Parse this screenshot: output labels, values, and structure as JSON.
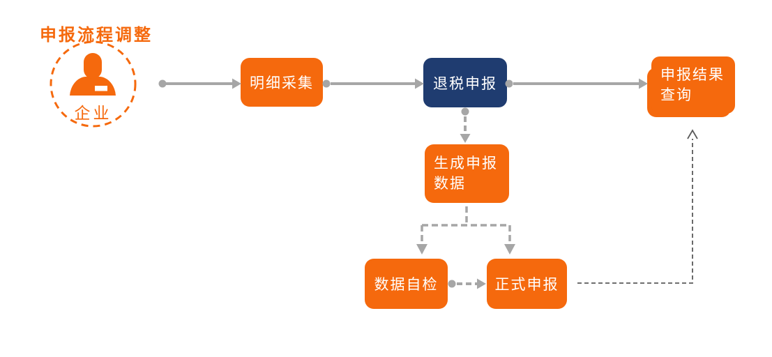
{
  "colors": {
    "accent_orange": "#F5690D",
    "node_navy": "#1F3C70",
    "connector_gray": "#A6A6A6",
    "dark_dash_gray": "#595959",
    "node_text": "#FFFFFF",
    "canvas_bg": "#FFFFFF"
  },
  "diagram": {
    "title": "申报流程调整",
    "actor": {
      "label": "企业",
      "icon": "person-icon"
    },
    "nodes": {
      "collect": {
        "label": "明细采集",
        "color": "orange"
      },
      "tax_refund_declare": {
        "label": "退税申报",
        "color": "navy"
      },
      "result_query": {
        "lines": [
          "申报结果",
          "查询"
        ],
        "color": "orange"
      },
      "generate_declare_data": {
        "lines": [
          "生成申报",
          "数据"
        ],
        "color": "orange"
      },
      "data_self_check": {
        "label": "数据自检",
        "color": "orange"
      },
      "formal_declare": {
        "label": "正式申报",
        "color": "orange"
      }
    },
    "edges": [
      {
        "from": "企业",
        "to": "明细采集",
        "style": "solid-arrow"
      },
      {
        "from": "明细采集",
        "to": "退税申报",
        "style": "solid-arrow"
      },
      {
        "from": "退税申报",
        "to": "申报结果查询",
        "style": "solid-arrow"
      },
      {
        "from": "退税申报",
        "to": "生成申报数据",
        "style": "dashed-arrow"
      },
      {
        "from": "生成申报数据",
        "to": "数据自检",
        "style": "dashed-arrow"
      },
      {
        "from": "生成申报数据",
        "to": "正式申报",
        "style": "dashed-arrow"
      },
      {
        "from": "数据自检",
        "to": "正式申报",
        "style": "dashed-arrow"
      },
      {
        "from": "正式申报",
        "to": "申报结果查询",
        "style": "thin-dashed-arrow"
      }
    ]
  }
}
